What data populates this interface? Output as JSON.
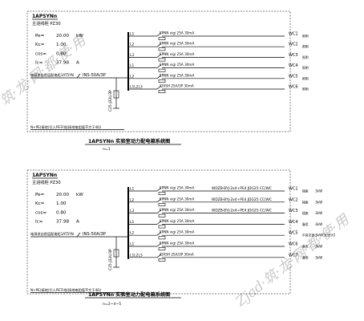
{
  "watermark": {
    "text_left": "筑·龙·网·都·使·用",
    "text_right": "Zjad·筑·龙·网·都·使·用"
  },
  "panels": [
    {
      "id": "panel-top",
      "header": "1APSYNn",
      "sub_header": "主进线柜 PZ30",
      "params": [
        {
          "label": "Pe=",
          "value": "20.00",
          "unit": "kW"
        },
        {
          "label": "Kc=",
          "value": "1.00",
          "unit": ""
        },
        {
          "label": "cos=",
          "value": "0.80",
          "unit": ""
        },
        {
          "label": "Ic=",
          "value": "37.98",
          "unit": "A"
        }
      ],
      "incoming_text": "电源进自首层配电柜1AT5YN",
      "incoming_label": "INS-50A/3P",
      "spd_label": "C25-J32L/3P",
      "note": "N+PE(接地)引人PE干线(接地电阻值不大于4Ω)",
      "title": "1APSYNn  实验室动力配电箱系统图",
      "sub_title": "n=1",
      "circuits": [
        {
          "phase": "L1",
          "breaker": "EPNN vigi 25A 30mA",
          "cable": "",
          "id": "WC1",
          "load": "照明",
          "power": ""
        },
        {
          "phase": "L2",
          "breaker": "EPNN vigi 25A 30mA",
          "cable": "",
          "id": "WC2",
          "load": "照明",
          "power": ""
        },
        {
          "phase": "L3",
          "breaker": "EPNN vigi 25A 30mA",
          "cable": "",
          "id": "WC3",
          "load": "照明",
          "power": ""
        },
        {
          "phase": "L1",
          "breaker": "EPNN vigi 25A 30mA",
          "cable": "",
          "id": "WC4",
          "load": "照明",
          "power": ""
        },
        {
          "phase": "L2",
          "breaker": "EPNN vigi 25A 30mA",
          "cable": "",
          "id": "WC5",
          "load": "照明",
          "power": ""
        },
        {
          "phase": "L1L2L3",
          "breaker": "iDXSH 25A/3P 30mA",
          "cable": "",
          "id": "WC6",
          "load": "照明",
          "power": ""
        }
      ]
    },
    {
      "id": "panel-bottom",
      "header": "1APSYNn",
      "sub_header": "主进线柜 PZ30",
      "params": [
        {
          "label": "Pe=",
          "value": "20.00",
          "unit": "kW"
        },
        {
          "label": "Kc=",
          "value": "1.00",
          "unit": ""
        },
        {
          "label": "cos=",
          "value": "0.80",
          "unit": ""
        },
        {
          "label": "Ic=",
          "value": "37.98",
          "unit": "A"
        }
      ],
      "incoming_text": "电源进自首层配电柜1AT5YN",
      "incoming_label": "INS-50A/3P",
      "spd_label": "C25-J32L/3P",
      "note": "N+PE(接地)引人PE干线(接地电阻值不大于4Ω)",
      "title": "1APSYNn  实验室动力配电箱系统图",
      "sub_title": "n=2~4~5",
      "circuits": [
        {
          "phase": "L1",
          "breaker": "EPNN vigi 25A 30mA",
          "cable": "WDZB-BYJ-2x4+PE4 JDG25 CC/WC",
          "id": "WC1",
          "load": "插座",
          "power": "3kW"
        },
        {
          "phase": "L2",
          "breaker": "EPNN vigi 25A 30mA",
          "cable": "WDZB-BYJ-2x4+PE4 JDG25 CC/WC",
          "id": "WC2",
          "load": "插座",
          "power": "3kW"
        },
        {
          "phase": "L3",
          "breaker": "EPNN vigi 25A 30mA",
          "cable": "WDZB-BYJ-2x4+PE4 JDG25 CC/WC",
          "id": "WC3",
          "load": "插座",
          "power": "3kW"
        },
        {
          "phase": "L1",
          "breaker": "EPNN vigi 25A 30mA",
          "cable": "",
          "id": "WC4",
          "load": "备用",
          "power": "3kW"
        },
        {
          "phase": "L2",
          "breaker": "EPNN vigi 25A 30mA",
          "cable": "",
          "id": "WC5",
          "load": "中央空调",
          "power": "3kW(未计入)"
        },
        {
          "phase": "L1",
          "breaker": "EPNN vigi 25A 30mA",
          "cable": "",
          "id": "WC6",
          "load": "备用",
          "power": "3kW"
        },
        {
          "phase": "L1L2L3",
          "breaker": "iDXSH 25A/3P 30mA",
          "cable": "",
          "id": "WC7",
          "load": "备用",
          "power": "3kW"
        }
      ]
    }
  ]
}
